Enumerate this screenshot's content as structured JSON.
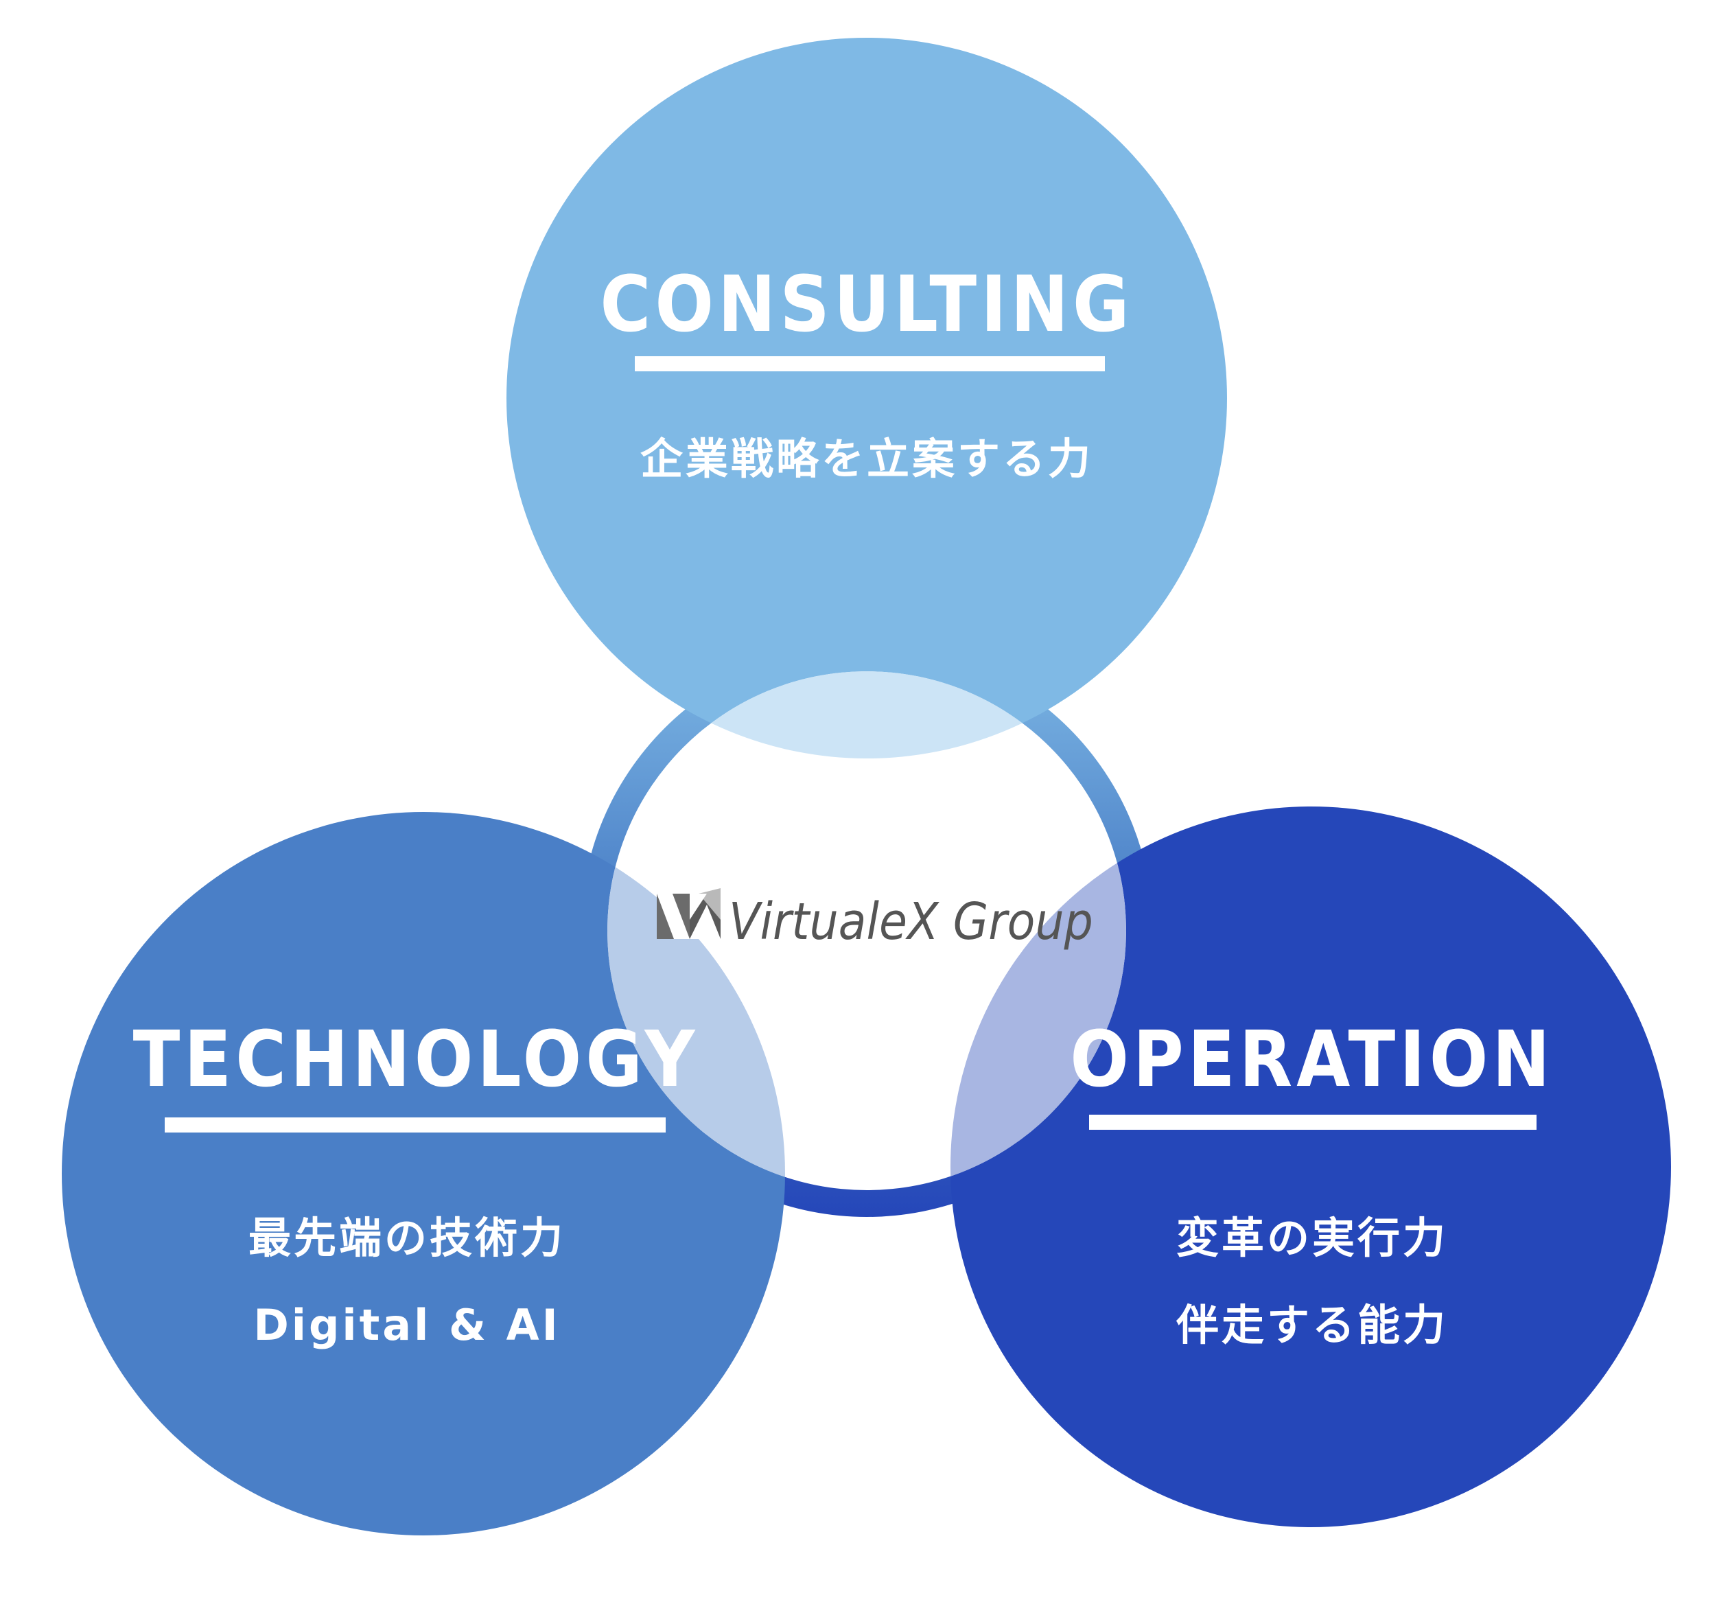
{
  "logo": {
    "text": "VirtualeX Group",
    "icon": "virtualex-logo-icon"
  },
  "circles": [
    {
      "key": "consulting",
      "title": "CONSULTING",
      "lines": [
        "企業戦略を立案する力"
      ],
      "color": "#7FB9E5"
    },
    {
      "key": "technology",
      "title": "TECHNOLOGY",
      "lines": [
        "最先端の技術力",
        "Digital & AI"
      ],
      "color": "#4A7FC7"
    },
    {
      "key": "operation",
      "title": "OPERATION",
      "lines": [
        "変革の実行力",
        "伴走する能力"
      ],
      "color": "#2547B9"
    }
  ],
  "colors": {
    "consulting_overlap": "#CCE4F6",
    "technology_overlap": "#B7CCE9",
    "operation_overlap": "#A8B6E2",
    "center_fill": "#ffffff",
    "ring_gradient_top": "#7FB9E5",
    "ring_gradient_bottom": "#2547B9"
  }
}
